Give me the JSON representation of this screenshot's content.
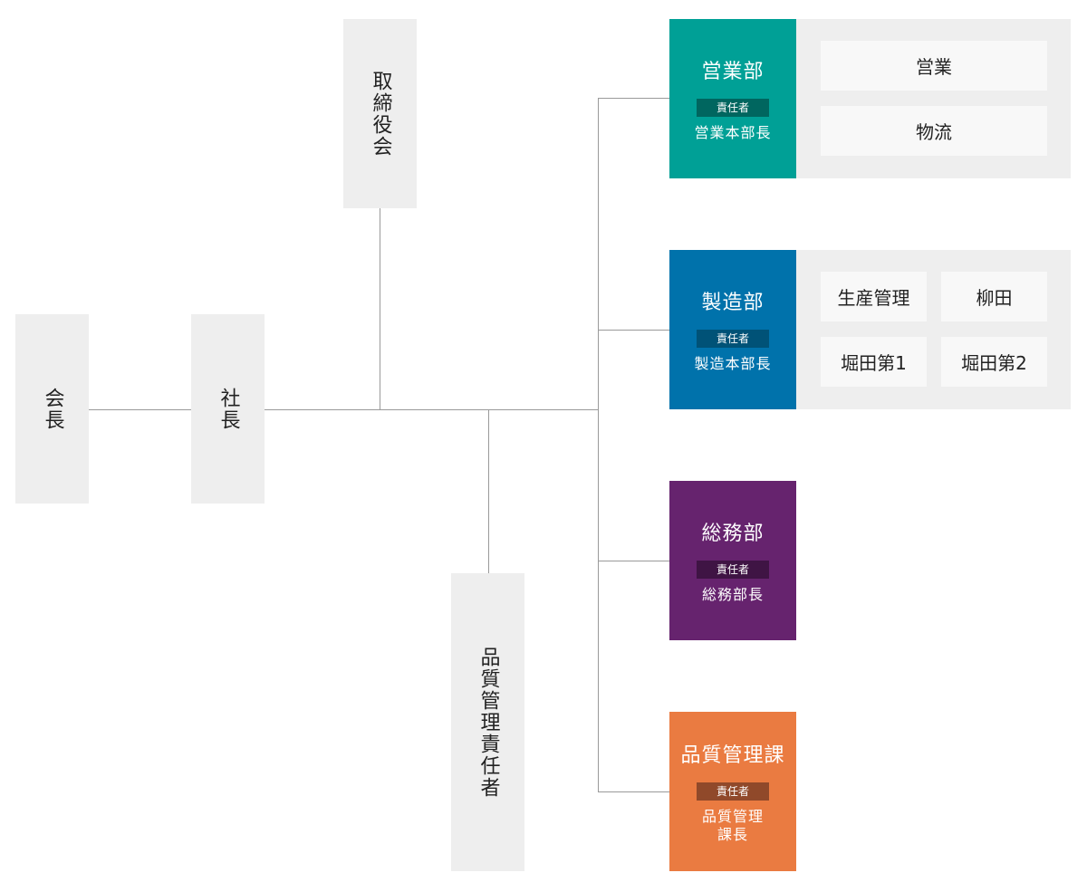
{
  "chairman": {
    "label": "会長"
  },
  "president": {
    "label": "社長"
  },
  "board": {
    "label": "取締役会"
  },
  "quality_manager": {
    "label": "品質管理責任者"
  },
  "departments": [
    {
      "name": "営業部",
      "badge": "責任者",
      "head": "営業本部長",
      "color": "#00a096",
      "badge_color": "#00665f",
      "units": [
        "営業",
        "物流"
      ]
    },
    {
      "name": "製造部",
      "badge": "責任者",
      "head": "製造本部長",
      "color": "#0072ab",
      "badge_color": "#005277",
      "units": [
        "生産管理",
        "柳田",
        "堀田第1",
        "堀田第2"
      ]
    },
    {
      "name": "総務部",
      "badge": "責任者",
      "head": "総務部長",
      "color": "#66236e",
      "badge_color": "#3f1444",
      "units": []
    },
    {
      "name": "品質管理課",
      "badge": "責任者",
      "head": "品質管理\n課長",
      "color": "#ea7b41",
      "badge_color": "#90492a",
      "units": []
    }
  ]
}
